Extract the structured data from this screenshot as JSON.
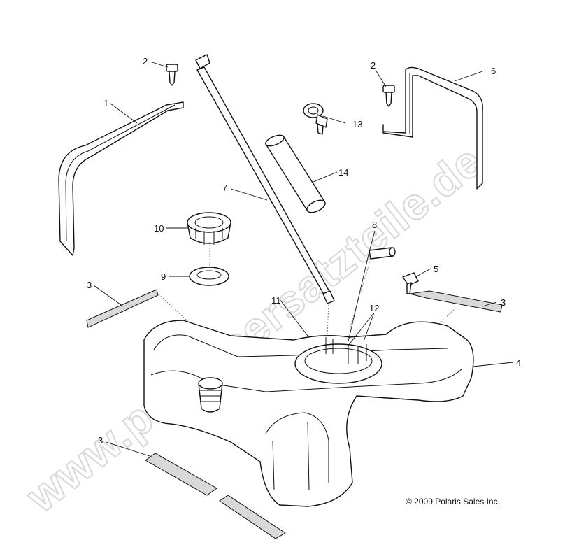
{
  "watermark": "www.polarisersatzteile.de",
  "copyright": "© 2009 Polaris Sales Inc.",
  "callouts": {
    "c1": "1",
    "c2a": "2",
    "c2b": "2",
    "c3a": "3",
    "c3b": "3",
    "c3c": "3",
    "c4": "4",
    "c5": "5",
    "c6": "6",
    "c7": "7",
    "c8": "8",
    "c9": "9",
    "c10": "10",
    "c11": "11",
    "c12": "12",
    "c13": "13",
    "c14": "14"
  }
}
